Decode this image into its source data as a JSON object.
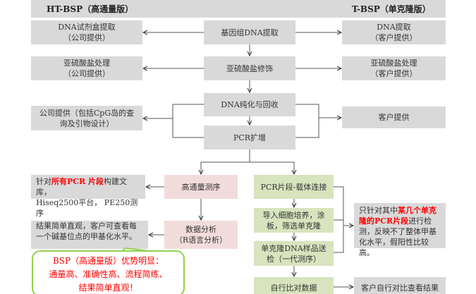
{
  "header": {
    "left": "HT-BSP（高通量版）",
    "right": "T-BSP（单克隆版）"
  },
  "center": [
    "基因组DNA提取",
    "亚硫酸盐修饰",
    "DNA纯化与回收",
    "PCR扩增"
  ],
  "left": [
    [
      "DNA试剂盒提取",
      "（公司提供）"
    ],
    [
      "亚硫酸盐处理",
      "（公司提供）"
    ],
    [
      "公司提供（包括CpG岛的查",
      "询及引物设计）"
    ]
  ],
  "right": [
    [
      "DNA提取",
      "（客户提供）"
    ],
    [
      "亚硫酸盐处理",
      "（客户提供）"
    ],
    [
      "客户提供"
    ]
  ],
  "ht": {
    "seq": "高通量测序",
    "analysis": [
      "数据分析",
      "（R语言分析）"
    ],
    "seq_note": {
      "pre": "针对",
      "hl": "所有PCR 片段",
      "post": "构建文库，",
      "line2": "Hiseq2500平台， PE250测序"
    },
    "result_note": [
      "结果简单直观，客户可查看每",
      "一个碱基位点的甲基化水平。"
    ]
  },
  "callout": [
    "BSP（高通量版）优势明显：",
    "通量高、准确性高、流程简练、",
    "结果简单直观！"
  ],
  "t": {
    "steps": [
      "PCR片段-载体连接",
      [
        "导入细胞培养，涂",
        "板，筛选单克隆"
      ],
      [
        "单克隆DNA样品送",
        "检（一代测序）"
      ],
      "自行比对数据"
    ],
    "note": {
      "pre": "只针对其中",
      "hl1": "某几个单克",
      "hl2": "隆的PCR片段",
      "post": "进行检测，",
      "rest": "反映不了整体甲基化水平，假阳性比较高。"
    },
    "result": "客户自行对比查看结果"
  }
}
